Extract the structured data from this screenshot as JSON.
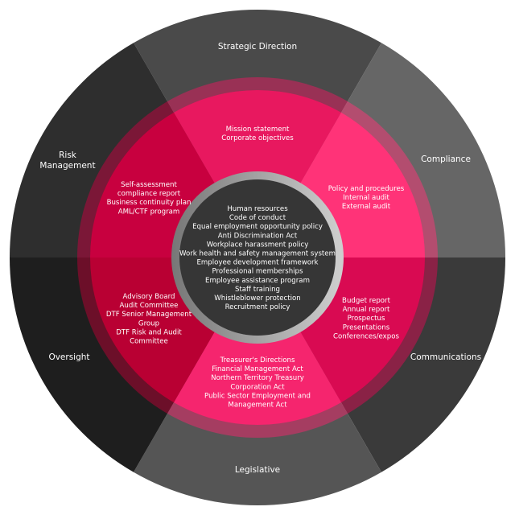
{
  "colors": {
    "outer": [
      "#4a4a4a",
      "#666666",
      "#3a3a3a",
      "#555555",
      "#1e1e1e",
      "#2e2e2e"
    ],
    "inner": [
      "#e8185f",
      "#ff3378",
      "#d90a52",
      "#f5256e",
      "#b90033",
      "#c8003f"
    ],
    "center": "#363636",
    "ring_light": "#cfcfcf",
    "ring_dark": "#777777"
  },
  "outer_sectors": [
    {
      "label": [
        "Strategic Direction"
      ]
    },
    {
      "label": [
        "Compliance"
      ]
    },
    {
      "label": [
        "Communications"
      ]
    },
    {
      "label": [
        "Legislative"
      ]
    },
    {
      "label": [
        "Oversight"
      ]
    },
    {
      "label": [
        "Risk",
        "Management"
      ]
    }
  ],
  "inner_sectors": [
    {
      "lines": [
        "Mission statement",
        "Corporate objectives"
      ]
    },
    {
      "lines": [
        "Policy and procedures",
        "Internal audit",
        "External audit"
      ]
    },
    {
      "lines": [
        "Budget report",
        "Annual report",
        "Prospectus",
        "Presentations",
        "Conferences/expos"
      ]
    },
    {
      "lines": [
        "Treasurer's Directions",
        "Financial Management Act",
        "Northern Territory Treasury",
        "Corporation Act",
        "Public Sector Employment and",
        "Management Act"
      ]
    },
    {
      "lines": [
        "Advisory Board",
        "Audit Committee",
        "DTF Senior Management",
        "Group",
        "DTF Risk and Audit",
        "Committee"
      ]
    },
    {
      "lines": [
        "Self-assessment",
        "compliance report",
        "Business continuity plan",
        "AML/CTF program"
      ]
    }
  ],
  "center": {
    "lines": [
      "Human resources",
      "Code of conduct",
      "Equal employment opportunity policy",
      "Anti Discrimination Act",
      "Workplace harassment policy",
      "Work health and safety management system",
      "Employee development framework",
      "Professional memberships",
      "Employee assistance program",
      "Staff training",
      "Whistleblower protection",
      "Recruitment policy"
    ]
  }
}
